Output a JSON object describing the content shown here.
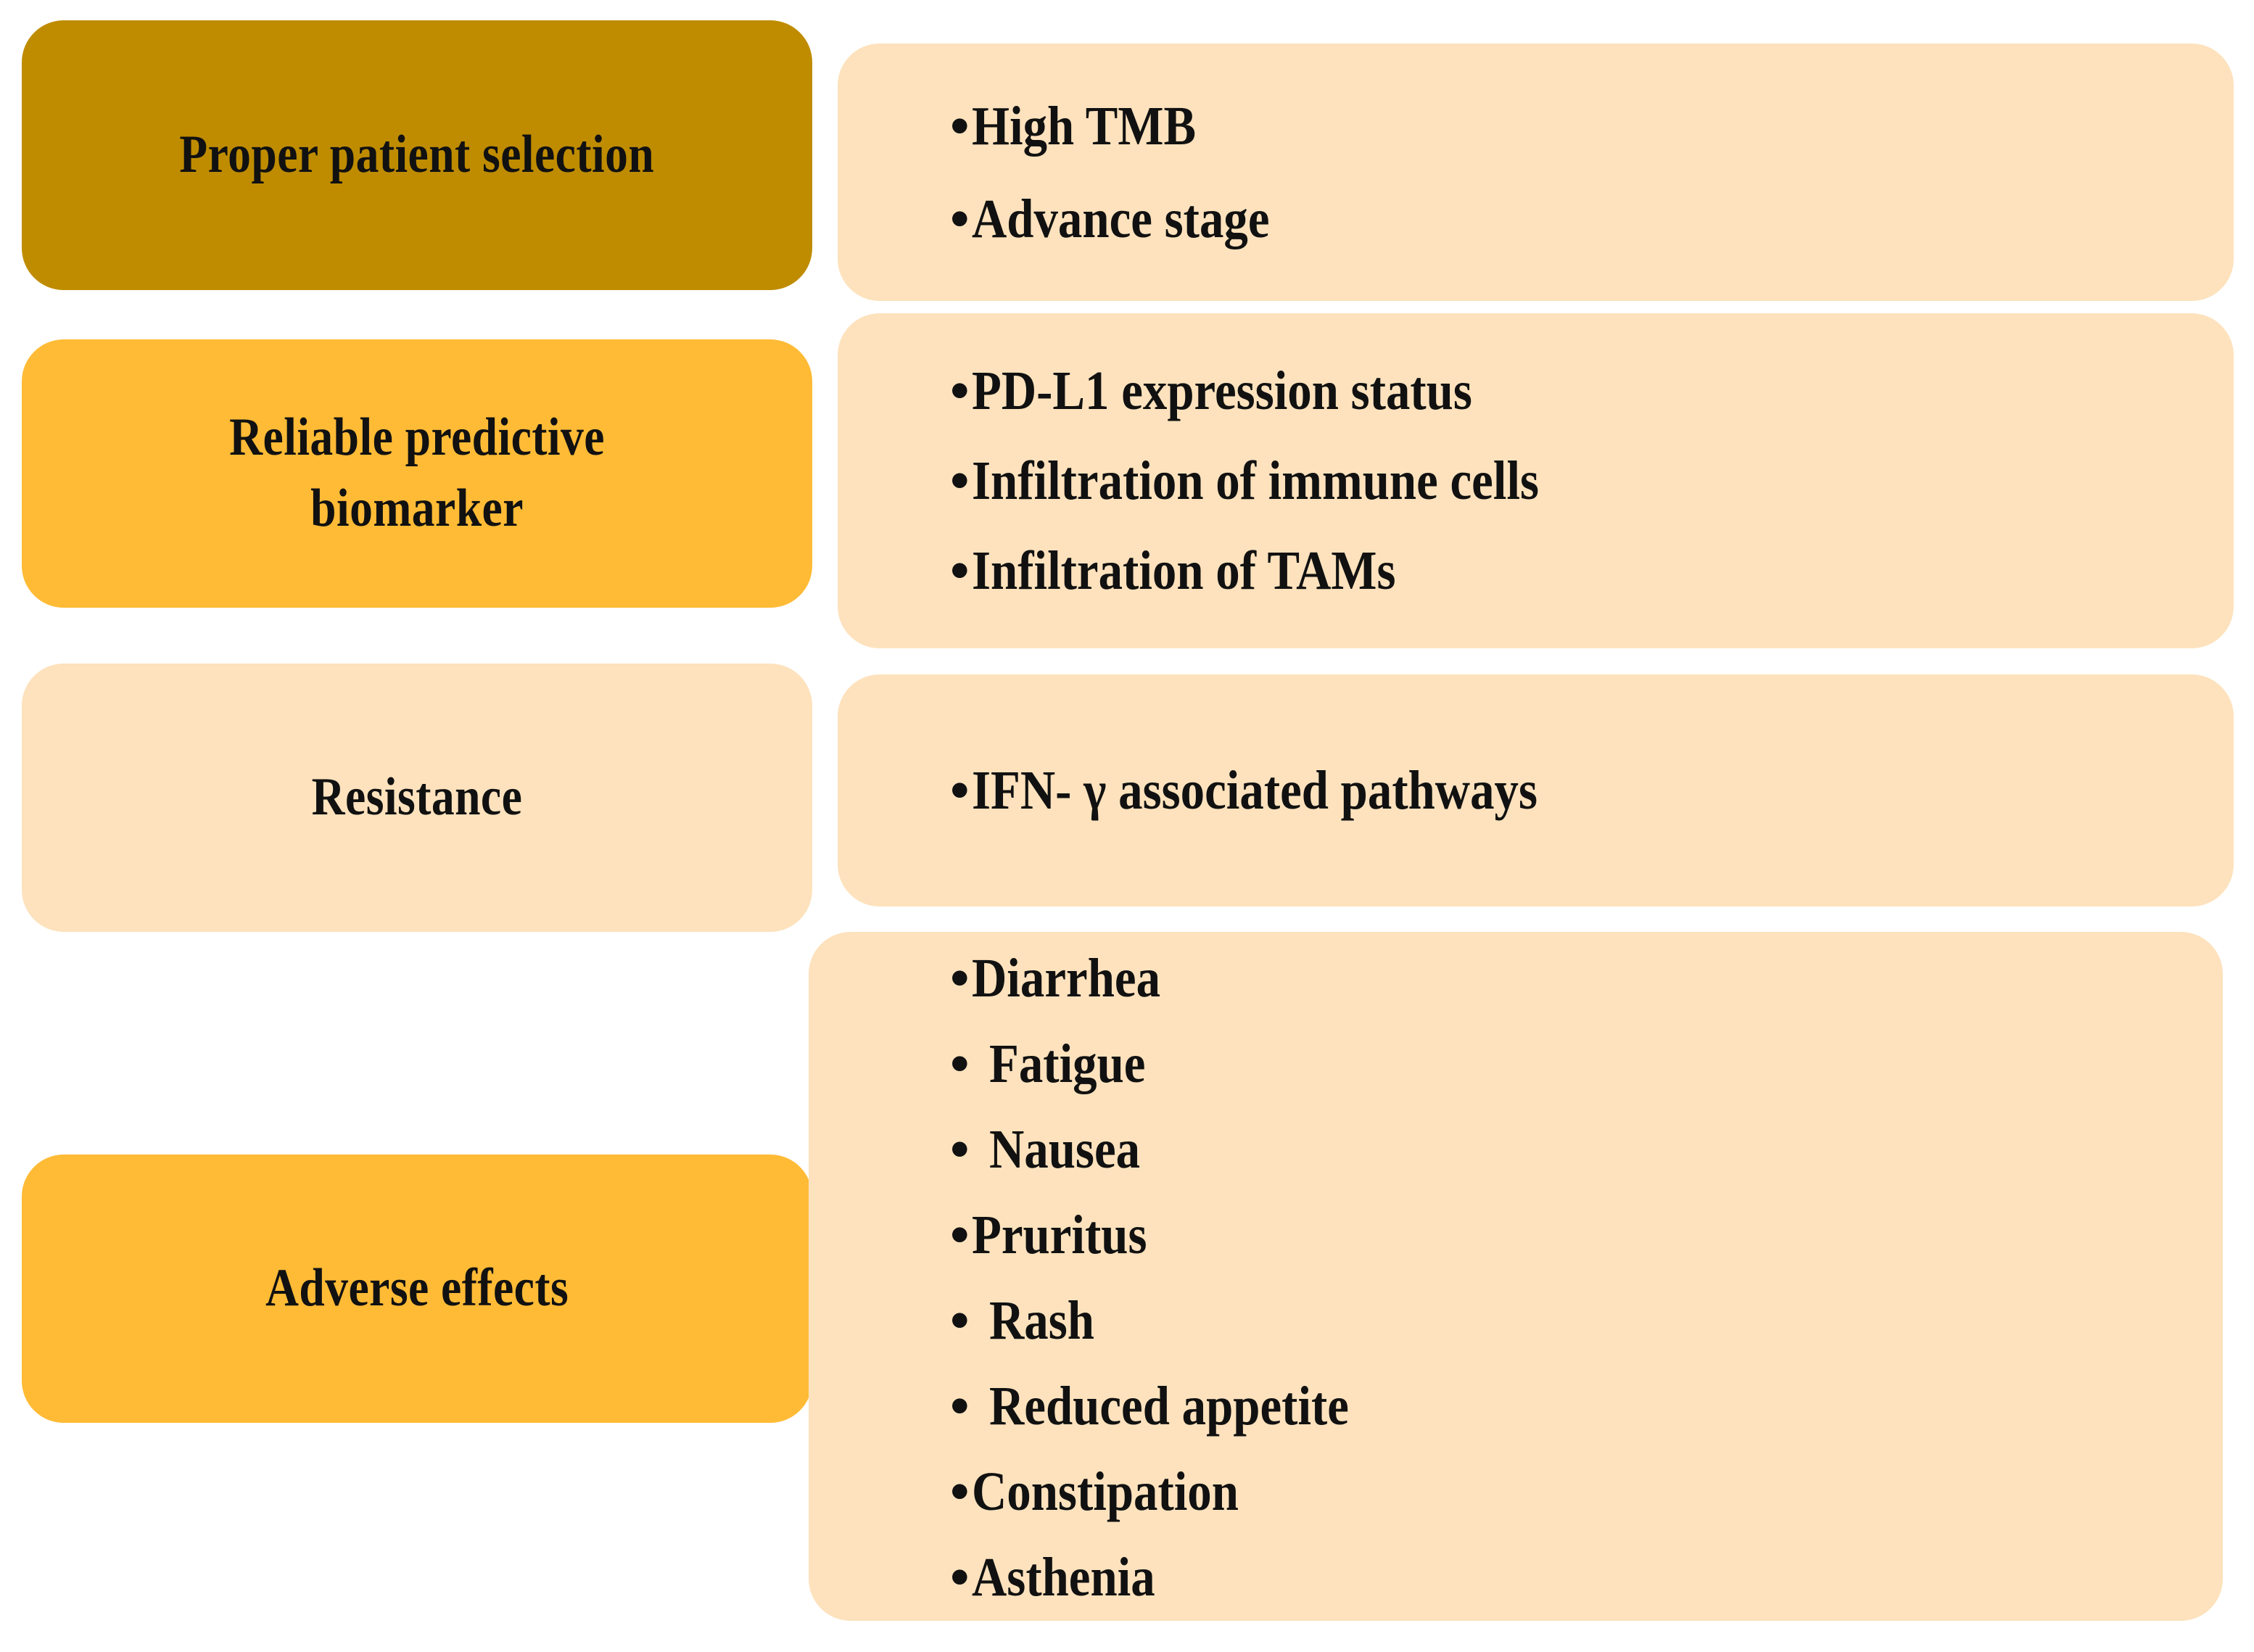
{
  "colors": {
    "dark_gold": "#BF8C00",
    "orange": "#FFBB36",
    "peach": "#FDE2BD",
    "text": "#111111",
    "background": "#FFFFFF"
  },
  "rows": [
    {
      "category": "Proper patient selection",
      "category_color": "#BF8C00",
      "items": [
        "High TMB",
        "Advance stage"
      ]
    },
    {
      "category": "Reliable  predictive\nbiomarker",
      "category_color": "#FFBB36",
      "items": [
        "PD-L1 expression  status",
        "Infiltration  of immune cells",
        "Infiltration  of TAMs"
      ]
    },
    {
      "category": "Resistance",
      "category_color": "#FDE2BD",
      "items": [
        "IFN- γ associated  pathways"
      ]
    },
    {
      "category": "Adverse effects",
      "category_color": "#FFBB36",
      "items": [
        "Diarrhea",
        "Fatigue",
        "Nausea",
        "Pruritus",
        "Rash",
        "Reduced appetite",
        "Constipation",
        "Asthenia"
      ]
    }
  ],
  "bullet_glyph": "•"
}
